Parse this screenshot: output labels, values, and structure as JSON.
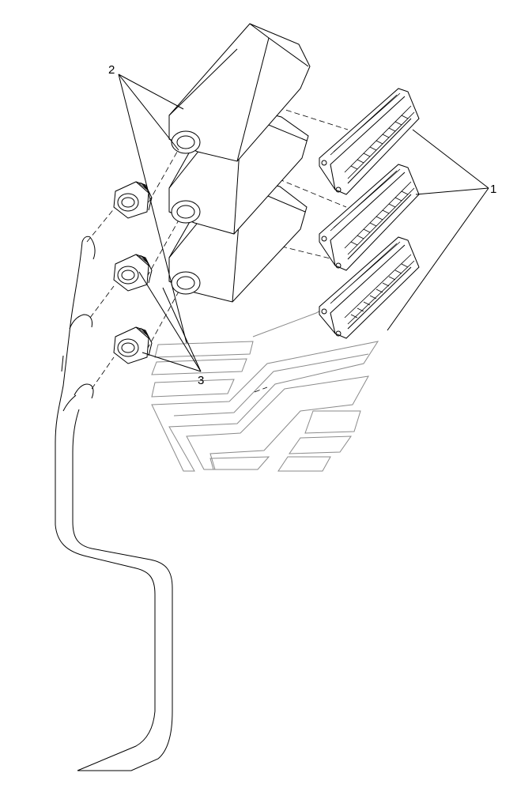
{
  "diagram": {
    "callouts": {
      "connector_label": "1",
      "housing_label": "2",
      "nut_label": "3"
    }
  }
}
